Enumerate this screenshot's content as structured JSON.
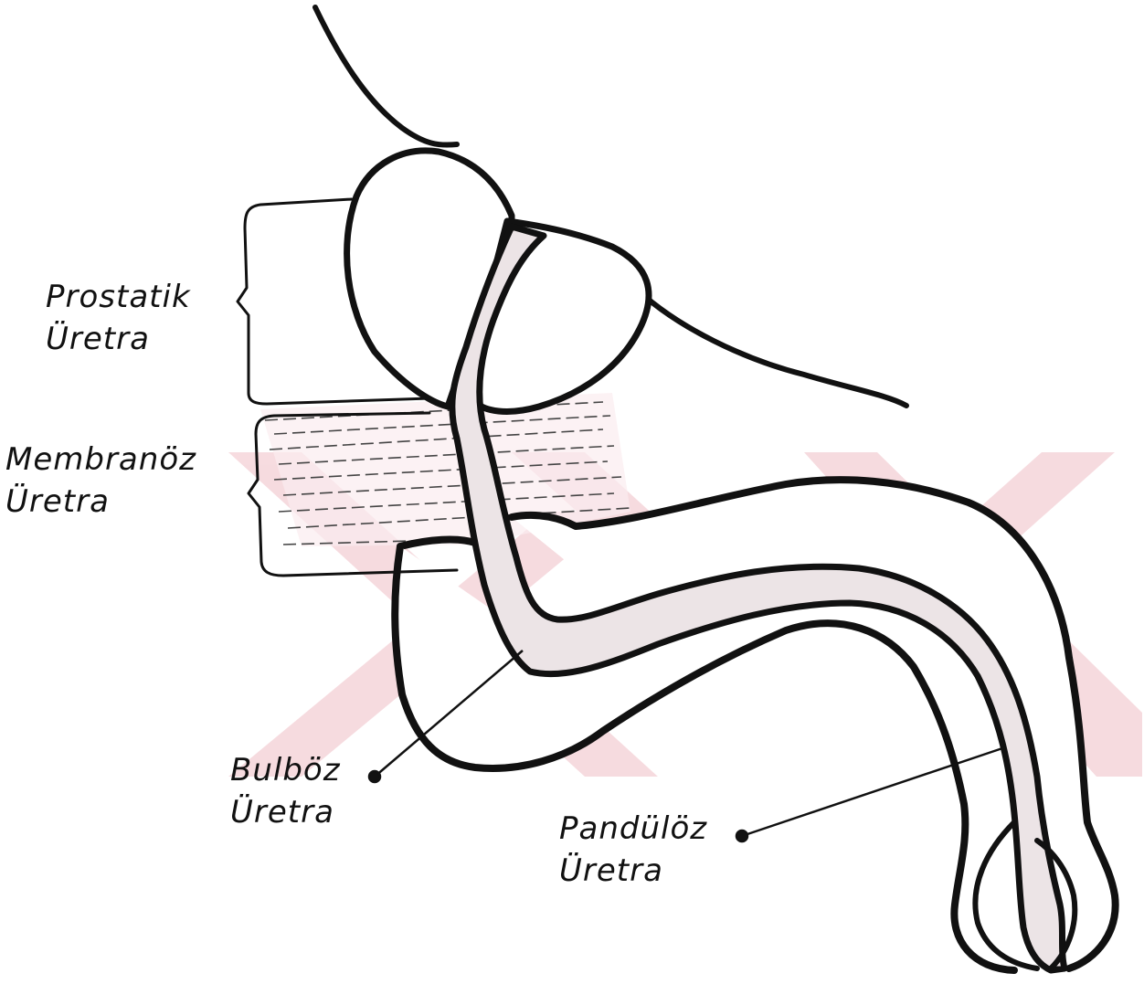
{
  "labels": {
    "prostatik": {
      "line1": "Prostatik",
      "line2": "Üretra"
    },
    "membranoz": {
      "line1": "Membranöz",
      "line2": "Üretra"
    },
    "bulboz": {
      "line1": "Bulböz",
      "line2": "Üretra"
    },
    "pandul": {
      "line1": "Pandülöz",
      "line2": "Üretra"
    }
  },
  "colors": {
    "ink": "#111111",
    "urethra_fill": "#ece4e6",
    "membrane_shade": "#f7e3e7",
    "watermark": "#f5d3d8"
  }
}
